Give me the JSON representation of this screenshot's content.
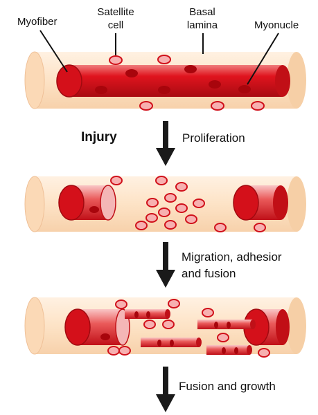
{
  "labels": {
    "myofiber": "Myofiber",
    "satellite_line1": "Satellite",
    "satellite_line2": "cell",
    "basal_line1": "Basal",
    "basal_line2": "lamina",
    "myonucleus": "Myonucle"
  },
  "steps": {
    "injury": "Injury",
    "proliferation": "Proliferation",
    "migration_line1": "Migration, adhesior",
    "migration_line2": "and fusion",
    "fusion_growth": "Fusion and growth"
  },
  "colors": {
    "lamina_fill": "#fde3c6",
    "lamina_edge": "#f5c9a0",
    "fiber_red": "#e0141e",
    "fiber_dark": "#b80d14",
    "fiber_light": "#f28a8a",
    "nucleus": "#a8050c",
    "satellite_fill": "#f7b0b0",
    "satellite_edge": "#d0101a",
    "arrow": "#1a1a1a"
  }
}
